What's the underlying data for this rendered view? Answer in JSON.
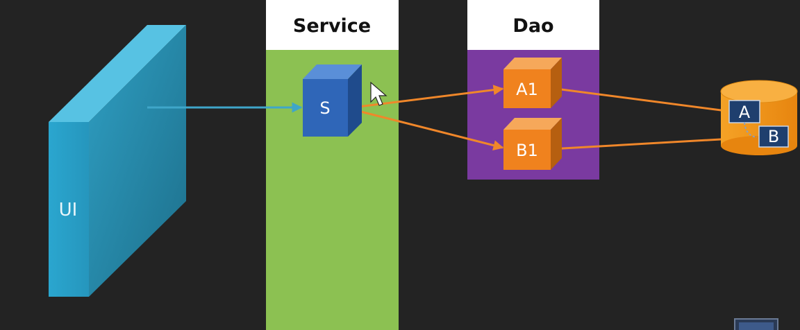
{
  "diagram": {
    "ui_panel": {
      "label": "UI"
    },
    "service_column": {
      "header": "Service"
    },
    "dao_column": {
      "header": "Dao"
    },
    "service_box": {
      "label": "S"
    },
    "dao_boxes": [
      {
        "label": "A1"
      },
      {
        "label": "B1"
      }
    ],
    "database": {
      "tables": [
        {
          "label": "A"
        },
        {
          "label": "B"
        }
      ]
    }
  },
  "colors": {
    "background": "#232323",
    "ui_panel": "#2aa3c8",
    "service_column": "#8cc152",
    "dao_column": "#7a3aa0",
    "service_box": "#2f66b8",
    "dao_box": "#f0821e",
    "database": "#f39a1e",
    "arrow_ui": "#3fa6c9",
    "arrow_orange": "#f0872a"
  }
}
